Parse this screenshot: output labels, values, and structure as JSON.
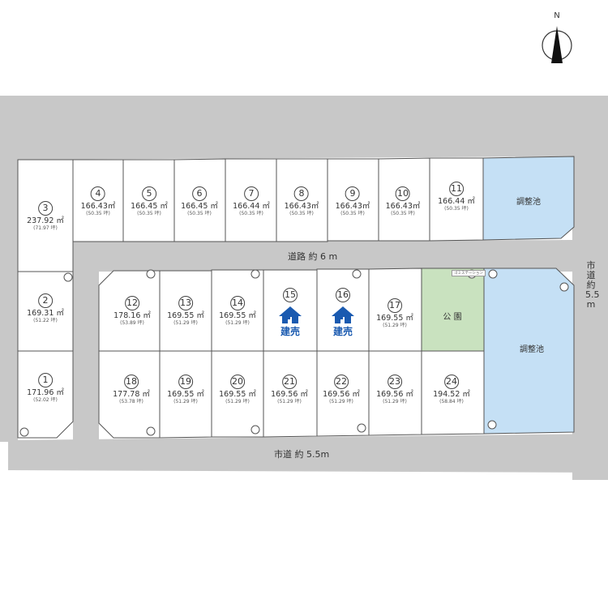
{
  "north_label": "N",
  "roads": {
    "inner": "道路 約 6 m",
    "bottom": "市道 約 5.5m",
    "right": [
      "市",
      "道",
      "約",
      "5.5",
      "m"
    ]
  },
  "pond_label": "調整池",
  "park_label": "公 園",
  "garbage_station": "ゴミステーション",
  "for_sale_label": "建売",
  "colors": {
    "road": "#c8c8c8",
    "pond": "#c5e0f5",
    "park": "#c9e2bf",
    "house": "#1a5ab0"
  },
  "lots": [
    {
      "no": "1",
      "area": "171.96 ㎡",
      "tsubo": "(52.02 坪)"
    },
    {
      "no": "2",
      "area": "169.31 ㎡",
      "tsubo": "(51.22 坪)"
    },
    {
      "no": "3",
      "area": "237.92 ㎡",
      "tsubo": "(71.97 坪)"
    },
    {
      "no": "4",
      "area": "166.43㎡",
      "tsubo": "(50.35 坪)"
    },
    {
      "no": "5",
      "area": "166.45 ㎡",
      "tsubo": "(50.35 坪)"
    },
    {
      "no": "6",
      "area": "166.45 ㎡",
      "tsubo": "(50.35 坪)"
    },
    {
      "no": "7",
      "area": "166.44 ㎡",
      "tsubo": "(50.35 坪)"
    },
    {
      "no": "8",
      "area": "166.43㎡",
      "tsubo": "(50.35 坪)"
    },
    {
      "no": "9",
      "area": "166.43㎡",
      "tsubo": "(50.35 坪)"
    },
    {
      "no": "10",
      "area": "166.43㎡",
      "tsubo": "(50.35 坪)"
    },
    {
      "no": "11",
      "area": "166.44 ㎡",
      "tsubo": "(50.35 坪)"
    },
    {
      "no": "12",
      "area": "178.16 ㎡",
      "tsubo": "(53.89 坪)"
    },
    {
      "no": "13",
      "area": "169.55 ㎡",
      "tsubo": "(51.29 坪)"
    },
    {
      "no": "14",
      "area": "169.55 ㎡",
      "tsubo": "(51.29 坪)"
    },
    {
      "no": "15",
      "area": "",
      "tsubo": "",
      "for_sale": true
    },
    {
      "no": "16",
      "area": "",
      "tsubo": "",
      "for_sale": true
    },
    {
      "no": "17",
      "area": "169.55 ㎡",
      "tsubo": "(51.29 坪)"
    },
    {
      "no": "18",
      "area": "177.78 ㎡",
      "tsubo": "(53.78 坪)"
    },
    {
      "no": "19",
      "area": "169.55 ㎡",
      "tsubo": "(51.29 坪)"
    },
    {
      "no": "20",
      "area": "169.55 ㎡",
      "tsubo": "(51.29 坪)"
    },
    {
      "no": "21",
      "area": "169.56 ㎡",
      "tsubo": "(51.29 坪)"
    },
    {
      "no": "22",
      "area": "169.56 ㎡",
      "tsubo": "(51.29 坪)"
    },
    {
      "no": "23",
      "area": "169.56 ㎡",
      "tsubo": "(51.29 坪)"
    },
    {
      "no": "24",
      "area": "194.52 ㎡",
      "tsubo": "(58.84 坪)"
    }
  ]
}
